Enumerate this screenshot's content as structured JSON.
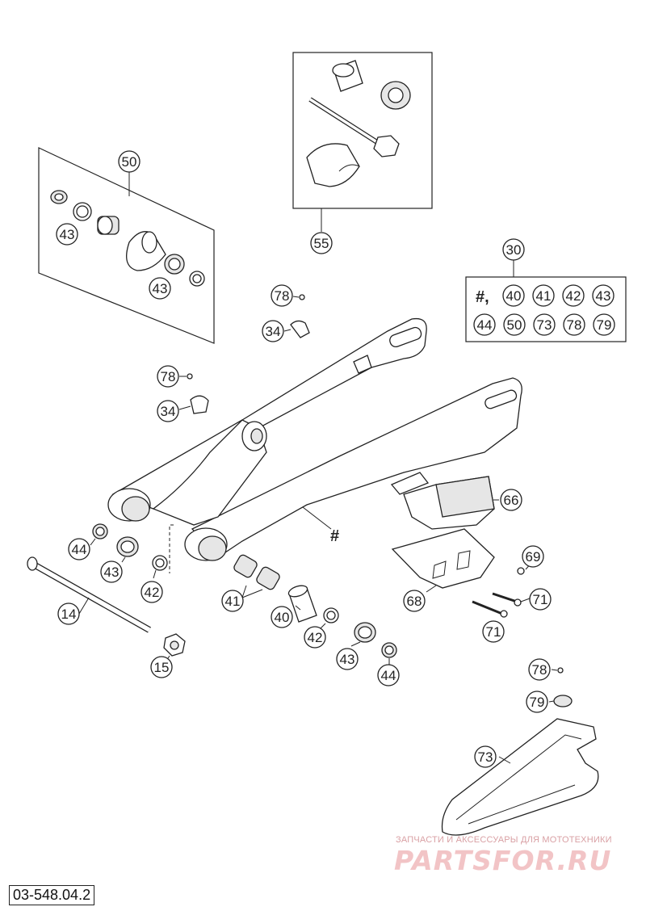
{
  "diagram": {
    "code": "03-548.04.2",
    "callouts": {
      "c50_top": "50",
      "c43_a": "43",
      "c43_b": "43",
      "c55": "55",
      "c30": "30",
      "c78_a": "78",
      "c34_a": "34",
      "c78_b": "78",
      "c34_b": "34",
      "c66": "66",
      "c69": "69",
      "c68": "68",
      "c71_a": "71",
      "c71_b": "71",
      "c44_a": "44",
      "c43_c": "43",
      "c42_a": "42",
      "c14": "14",
      "c41": "41",
      "c40": "40",
      "c42_b": "42",
      "c43_d": "43",
      "c44_b": "44",
      "c15": "15",
      "c78_c": "78",
      "c79": "79",
      "c73": "73"
    },
    "kit_box": {
      "prefix": "#,",
      "row1": [
        "40",
        "41",
        "42",
        "43"
      ],
      "row2": [
        "44",
        "50",
        "73",
        "78",
        "79"
      ]
    },
    "hash_mark": "#"
  },
  "watermark": {
    "tagline": "ЗАПЧАСТИ И АКСЕССУАРЫ ДЛЯ МОТОТЕХНИКИ",
    "brand": "PARTSFOR.RU"
  },
  "colors": {
    "ink": "#222222",
    "watermark": "#f2c4c6"
  }
}
